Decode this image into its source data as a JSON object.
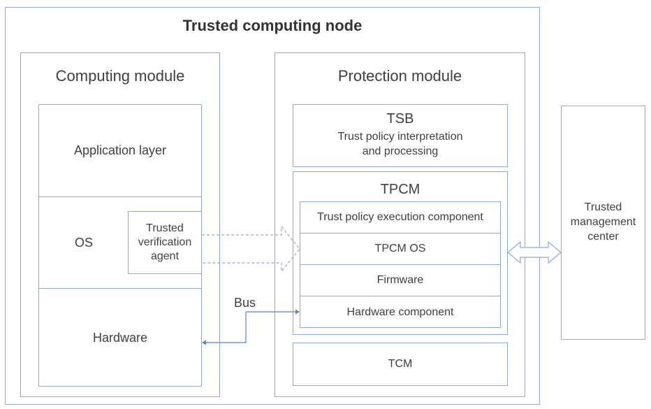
{
  "title": "Trusted computing node",
  "computing_module": {
    "title": "Computing module",
    "layers": [
      "Application layer",
      "OS",
      "Hardware"
    ],
    "agent": "Trusted\nverification\nagent"
  },
  "protection_module": {
    "title": "Protection module",
    "tsb": {
      "title": "TSB",
      "subtitle": "Trust policy interpretation\nand processing"
    },
    "tpcm": {
      "title": "TPCM",
      "components": [
        "Trust policy execution component",
        "TPCM OS",
        "Firmware",
        "Hardware component"
      ]
    },
    "tcm": "TCM"
  },
  "bus_label": "Bus",
  "management_center": "Trusted\nmanagement\ncenter",
  "colors": {
    "line": "#8fa8d8",
    "arrow": "#5b80c8",
    "text": "#404040"
  }
}
